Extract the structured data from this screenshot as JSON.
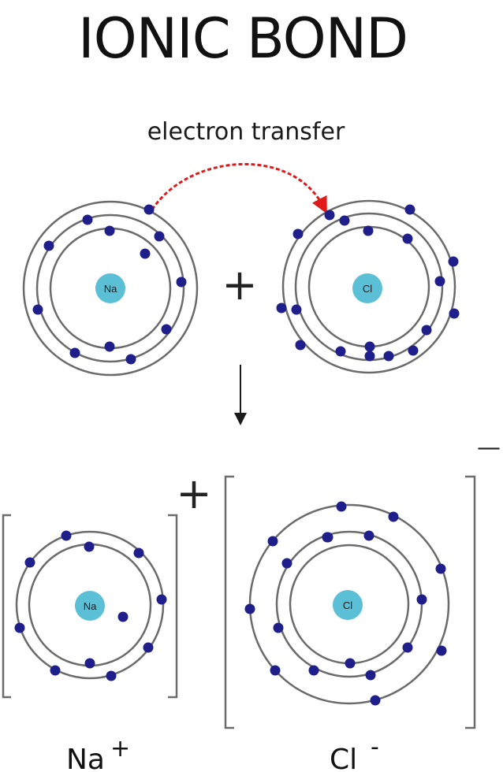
{
  "title": "IONIC BOND",
  "transfer_label": "electron transfer",
  "plus_sign": "+",
  "atoms": {
    "sodium": {
      "symbol": "Na"
    },
    "chlorine": {
      "symbol": "Cl"
    }
  },
  "ions": {
    "sodium": {
      "symbol": "Na",
      "label": "Na",
      "charge": "+",
      "bracket_charge": "+"
    },
    "chlorine": {
      "symbol": "Cl",
      "label": "Cl",
      "charge": "-",
      "bracket_charge": "—"
    }
  },
  "colors": {
    "nucleus": "#5bc0d6",
    "electron": "#1f1f8c",
    "shell": "#6b6b6b",
    "transfer_arrow": "#e01a1a",
    "reaction_arrow": "#1a1a1a"
  },
  "icons": {
    "transfer_arrow": "dashed-curved-arrow",
    "reaction_arrow": "down-arrow"
  }
}
